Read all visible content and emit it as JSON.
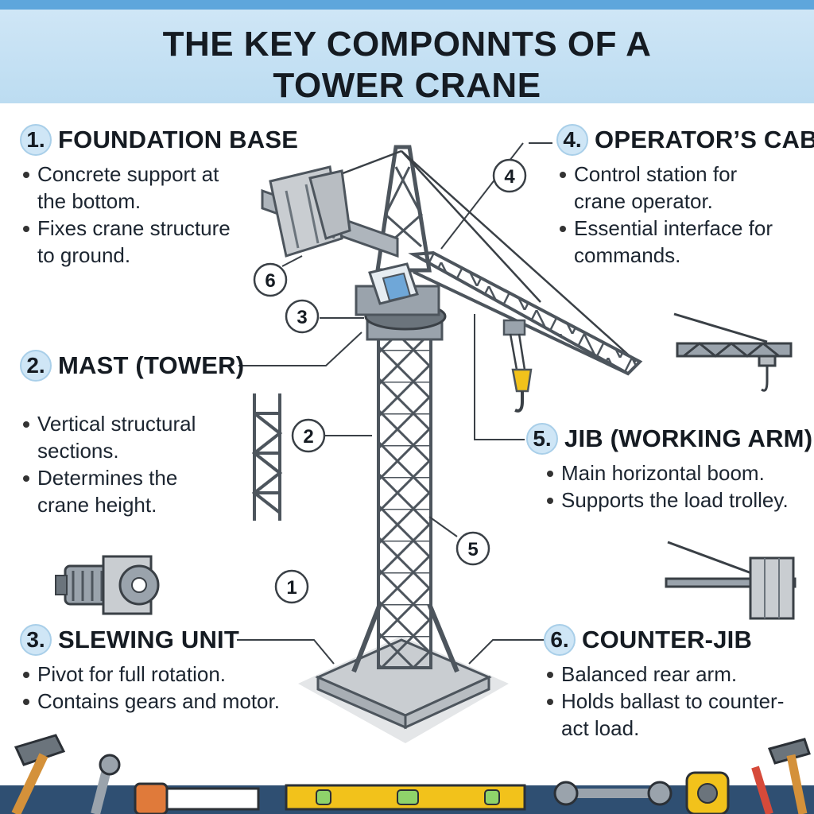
{
  "title": {
    "line1": "THE KEY COMPONNTS OF A",
    "line2": "TOWER CRANE"
  },
  "sections": {
    "foundation": {
      "number": "1.",
      "title": "FOUNDATION BASE",
      "bullets": [
        "Concrete support at",
        "the bottom.",
        "Fixes crane structure",
        "to ground."
      ]
    },
    "mast": {
      "number": "2.",
      "title": "MAST (TOWER)",
      "bullets": [
        "Vertical structural",
        "sections.",
        "Determines the",
        "crane height."
      ]
    },
    "slewing": {
      "number": "3.",
      "title": "SLEWING UNIT",
      "bullets": [
        "Pivot for full rotation.",
        "Contains gears and motor."
      ]
    },
    "cab": {
      "number": "4.",
      "title": "OPERATOR’S CAB",
      "bullets": [
        "Control station for",
        "crane operator.",
        "Essential interface for",
        "commands."
      ]
    },
    "jib": {
      "number": "5.",
      "title": "JIB (WORKING ARM)",
      "bullets": [
        "Main horizontal boom.",
        "Supports the load trolley."
      ]
    },
    "counterjib": {
      "number": "6.",
      "title": "COUNTER-JIB",
      "bullets": [
        "Balanced rear arm.",
        "Holds ballast to counter-",
        "act load."
      ]
    }
  },
  "callouts": {
    "c1": "1",
    "c2": "2",
    "c3": "3",
    "c4": "4",
    "c5": "5",
    "c6": "6"
  },
  "colors": {
    "banner": "#cfe6f6",
    "steel": "#7d8791",
    "steel_dark": "#4d555d",
    "concrete": "#c9cdd1",
    "accent_yellow": "#f2c21b"
  }
}
